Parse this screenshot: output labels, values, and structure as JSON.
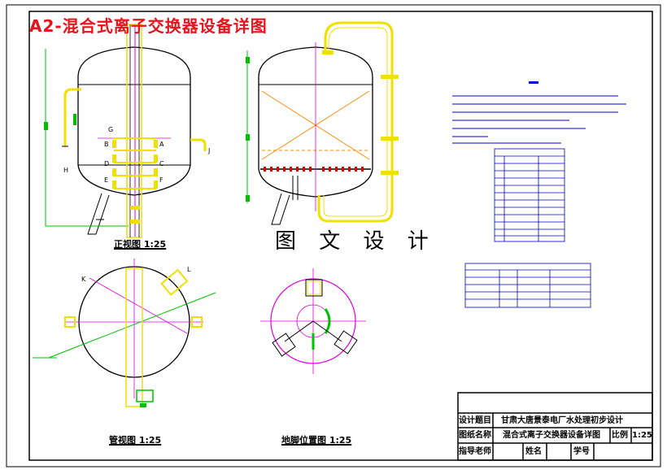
{
  "title": "A2-混合式离子交换器设备详图",
  "logo_text": "图 文 设 计",
  "views": {
    "front": "正视图 1:25",
    "nozzle": "管视图 1:25",
    "support": "地脚位置图 1:25"
  },
  "nozzle_letters": [
    "G",
    "B",
    "A",
    "D",
    "C",
    "E",
    "F",
    "H",
    "J",
    "K",
    "L"
  ],
  "title_block": {
    "project_label": "设计题目",
    "project_value": "甘肃大唐景泰电厂水处理初步设计",
    "drawing_label": "图纸名称",
    "drawing_value": "混合式离子交换器设备详图",
    "scale_label": "比例",
    "scale_value": "1:25",
    "advisor_label": "指导老师",
    "name_label": "姓名",
    "student_id_label": "学号"
  },
  "colors": {
    "outline": "#000000",
    "pipe": "#f0e000",
    "centerline": "#e000e0",
    "dimension": "#00c000",
    "internals": "#ff8800",
    "tables": "#0000cc",
    "title": "#e8121a"
  }
}
